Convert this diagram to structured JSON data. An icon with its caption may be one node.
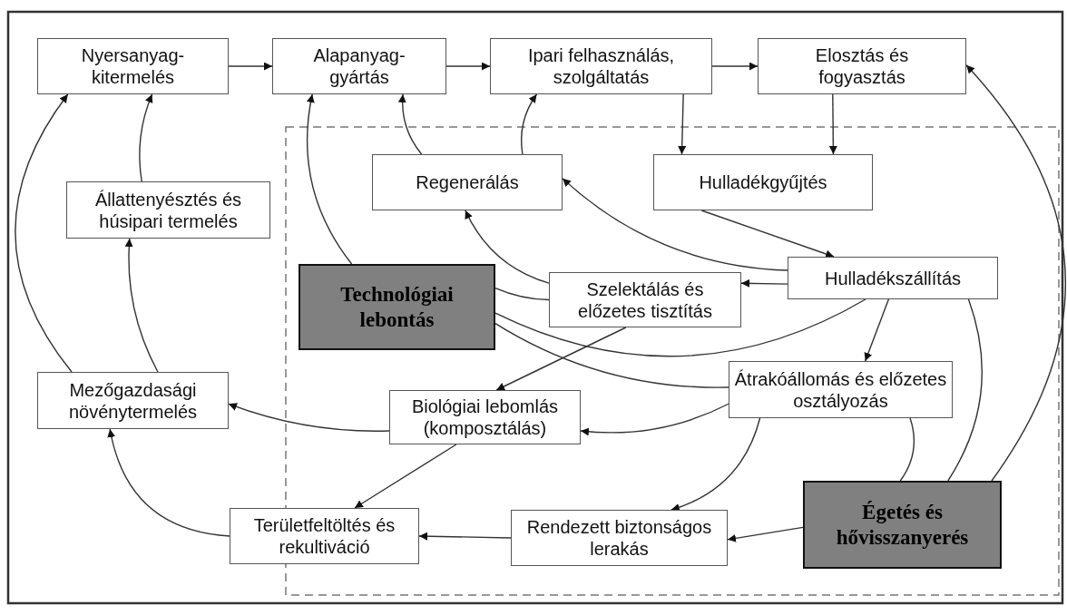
{
  "diagram": {
    "nodes": [
      {
        "text": [
          "Nyersanyag-kitermelés"
        ]
      },
      {
        "text": [
          "Alapanyag-gyártás"
        ]
      },
      {
        "text": [
          "Ipari felhasználás, szolgáltatás"
        ]
      },
      {
        "text": [
          "Elosztás és fogyasztás"
        ]
      },
      {
        "text": [
          "Regenerálás"
        ]
      },
      {
        "text": [
          "Hulladékgyűjtés"
        ]
      },
      {
        "text": [
          "Állattenyésztés és húsipari termelés"
        ]
      },
      {
        "text": [
          "Technológiai lebontás"
        ]
      },
      {
        "text": [
          "Szelektálás és előzetes tisztítás"
        ]
      },
      {
        "text": [
          "Hulladékszállítás"
        ]
      },
      {
        "text": [
          "Átrakóállomás és előzetes osztályozás"
        ]
      },
      {
        "text": [
          "Mezőgazdasági növénytermelés"
        ]
      },
      {
        "text": [
          "Biológiai lebomlás (komposztálás)"
        ]
      },
      {
        "text": [
          "Területfeltöltés és rekultiváció"
        ]
      },
      {
        "text": [
          "Rendezett biztonságos lerakás"
        ]
      },
      {
        "text": [
          "Égetés és hővisszanyerés"
        ]
      }
    ],
    "edges": [
      {
        "from": 0,
        "to": 1,
        "arrow": "to"
      },
      {
        "from": 1,
        "to": 2,
        "arrow": "to"
      },
      {
        "from": 2,
        "to": 3,
        "arrow": "to"
      },
      {
        "from": 2,
        "to": 5,
        "arrow": "to"
      },
      {
        "from": 3,
        "to": 5,
        "arrow": "to"
      },
      {
        "from": 5,
        "to": 9,
        "arrow": "to"
      },
      {
        "from": 9,
        "to": 8,
        "arrow": "to"
      },
      {
        "from": 9,
        "to": 4,
        "arrow": "to"
      },
      {
        "from": 9,
        "to": 10,
        "arrow": "to"
      },
      {
        "from": 4,
        "to": 1,
        "arrow": "to"
      },
      {
        "from": 4,
        "to": 2,
        "arrow": "to"
      },
      {
        "from": 8,
        "to": 4,
        "arrow": "to"
      },
      {
        "from": 7,
        "to": 1,
        "arrow": "to"
      },
      {
        "from": 8,
        "to": 7,
        "arrow": "none"
      },
      {
        "from": 7,
        "to": 9,
        "arrow": "none"
      },
      {
        "from": 7,
        "to": 10,
        "arrow": "none"
      },
      {
        "from": 8,
        "to": 12,
        "arrow": "to"
      },
      {
        "from": 10,
        "to": 12,
        "arrow": "to"
      },
      {
        "from": 12,
        "to": 11,
        "arrow": "to"
      },
      {
        "from": 12,
        "to": 13,
        "arrow": "to"
      },
      {
        "from": 10,
        "to": 14,
        "arrow": "to"
      },
      {
        "from": 15,
        "to": 14,
        "arrow": "to"
      },
      {
        "from": 14,
        "to": 13,
        "arrow": "to"
      },
      {
        "from": 13,
        "to": 11,
        "arrow": "to"
      },
      {
        "from": 11,
        "to": 0,
        "arrow": "to"
      },
      {
        "from": 11,
        "to": 6,
        "arrow": "to"
      },
      {
        "from": 6,
        "to": 0,
        "arrow": "to"
      },
      {
        "from": 15,
        "to": 3,
        "arrow": "to"
      },
      {
        "from": 10,
        "to": 15,
        "arrow": "none"
      },
      {
        "from": 9,
        "to": 15,
        "arrow": "none"
      }
    ]
  }
}
